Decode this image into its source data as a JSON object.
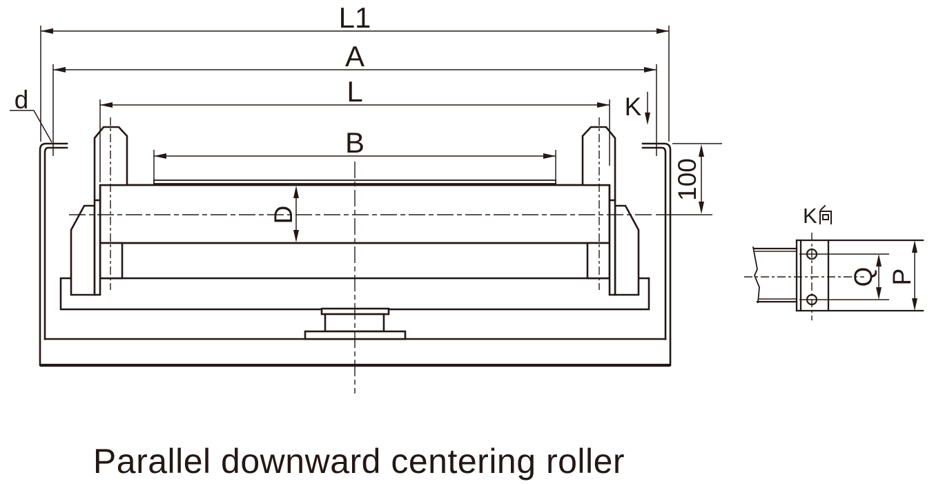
{
  "page": {
    "background": "#ffffff",
    "ink": "#231815"
  },
  "caption": "Parallel downward centering roller",
  "main_view": {
    "dim_overall_length": "L1",
    "dim_mount_hole_span": "A",
    "dim_roller_assembly_length": "L",
    "dim_belt_width": "B",
    "dim_roller_diameter": "D",
    "dim_mount_hole_diameter": "d",
    "view_direction_label": "K",
    "dim_flange_to_axis": "100"
  },
  "detail_view": {
    "title": "K向",
    "title_letter": "K",
    "dim_hole_spacing": "Q",
    "dim_plate_width": "P"
  }
}
